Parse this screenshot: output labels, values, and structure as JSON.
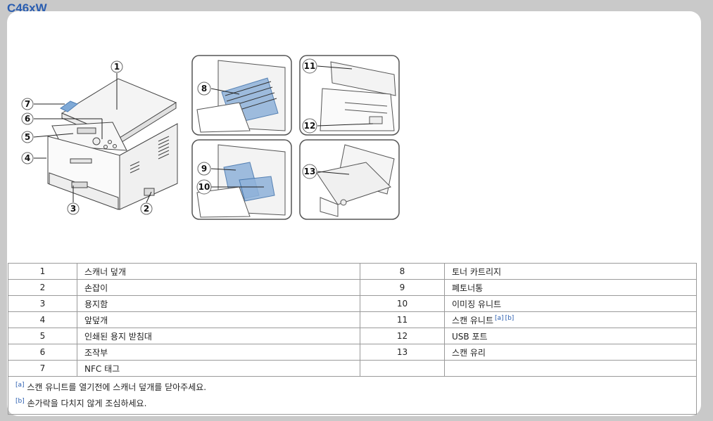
{
  "model": "C46xW",
  "figure": {
    "callouts": [
      "1",
      "2",
      "3",
      "4",
      "5",
      "6",
      "7",
      "8",
      "9",
      "10",
      "11",
      "12",
      "13"
    ]
  },
  "parts": {
    "rows": [
      {
        "left_num": "1",
        "left_name": "스캐너 덮개",
        "right_num": "8",
        "right_name": "토너 카트리지"
      },
      {
        "left_num": "2",
        "left_name": "손잡이",
        "right_num": "9",
        "right_name": "폐토너통"
      },
      {
        "left_num": "3",
        "left_name": "용지함",
        "right_num": "10",
        "right_name": "이미징 유니트"
      },
      {
        "left_num": "4",
        "left_name": "앞덮개",
        "right_num": "11",
        "right_name": "스캔 유니트"
      },
      {
        "left_num": "5",
        "left_name": "인쇄된 용지 받침대",
        "right_num": "12",
        "right_name": "USB 포트"
      },
      {
        "left_num": "6",
        "left_name": "조작부",
        "right_num": "13",
        "right_name": "스캔 유리"
      },
      {
        "left_num": "7",
        "left_name": "NFC 태그",
        "right_num": "",
        "right_name": ""
      }
    ],
    "scan_unit_refs": [
      "[a]",
      "[b]"
    ]
  },
  "footnotes": [
    {
      "mark": "[a]",
      "text": "스캔 유니트를 열기전에 스캐너 덮개를 닫아주세요."
    },
    {
      "mark": "[b]",
      "text": "손가락을 다치지 않게 조심하세요."
    }
  ]
}
